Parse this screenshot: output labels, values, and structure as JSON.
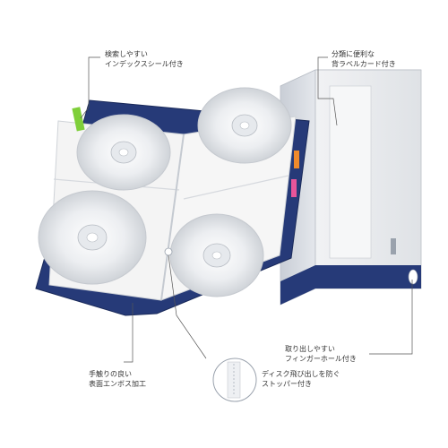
{
  "callouts": {
    "index_seal": [
      "検索しやすい",
      "インデックスシール付き"
    ],
    "label_card": [
      "分類に便利な",
      "背ラベルカード付き"
    ],
    "finger_hole": [
      "取り出しやすい",
      "フィンガーホール付き"
    ],
    "emboss": [
      "手触りの良い",
      "表面エンボス加工"
    ],
    "stopper": [
      "ディスク飛び出しを防ぐ",
      "ストッパー付き"
    ]
  },
  "colors": {
    "cover_navy": "#263a78",
    "pocket_white": "#f4f4f4",
    "case_gray": "#e9ecef",
    "tab_green": "#7fcf3a",
    "tab_orange": "#f08a2c",
    "tab_pink": "#e8559a",
    "disc_silver": "#d9dde2"
  }
}
